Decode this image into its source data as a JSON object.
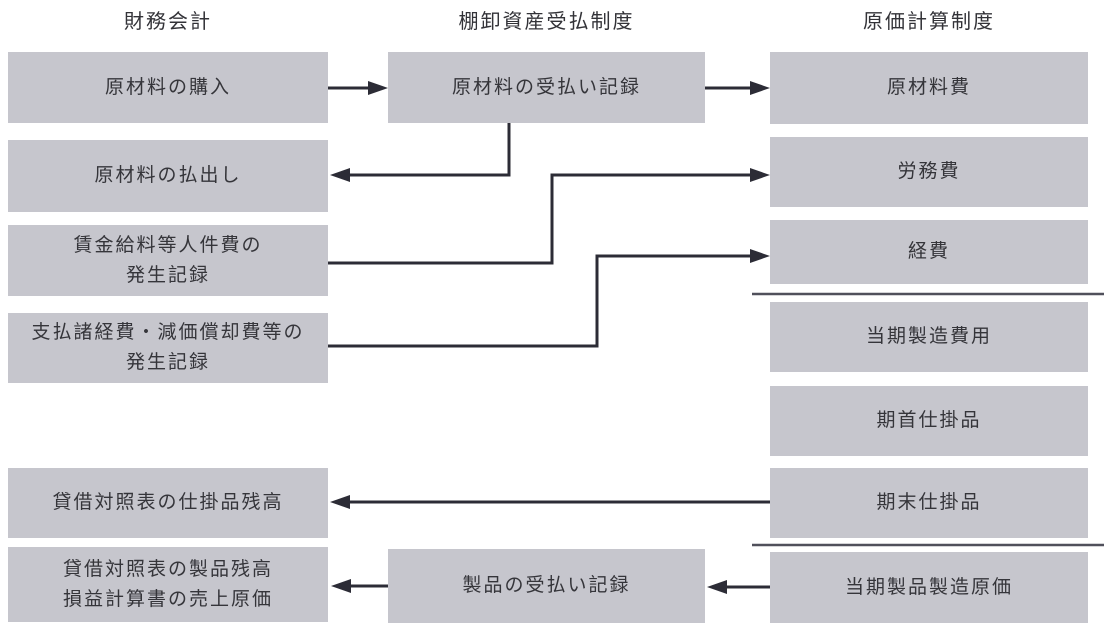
{
  "headers": {
    "financial_accounting": "財務会計",
    "inventory_receipt_payment_system": "棚卸資産受払制度",
    "cost_accounting_system": "原価計算制度"
  },
  "boxes": {
    "purchase": "原材料の購入",
    "issue": "原材料の払出し",
    "wages_record": "賃金給料等人件費の\n発生記録",
    "paid_expenses_record": "支払諸経費・減価償却費等の\n発生記録",
    "bs_wip_balance": "貸借対照表の仕掛品残高",
    "bs_product_balance_cogs": "貸借対照表の製品残高\n損益計算書の売上原価",
    "material_receipt_record": "原材料の受払い記録",
    "product_receipt_record": "製品の受払い記録",
    "material_cost": "原材料費",
    "labor_cost": "労務費",
    "expense": "経費",
    "current_mfg_cost": "当期製造費用",
    "beginning_wip": "期首仕掛品",
    "ending_wip": "期末仕掛品",
    "current_cogm": "当期製品製造原価"
  },
  "edges": [
    {
      "from": "purchase",
      "to": "material_receipt_record"
    },
    {
      "from": "material_receipt_record",
      "to": "material_cost"
    },
    {
      "from": "material_receipt_record",
      "to": "issue"
    },
    {
      "from": "wages_record",
      "to": "labor_cost"
    },
    {
      "from": "paid_expenses_record",
      "to": "expense"
    },
    {
      "from": "ending_wip",
      "to": "bs_wip_balance"
    },
    {
      "from": "current_cogm",
      "to": "product_receipt_record"
    },
    {
      "from": "product_receipt_record",
      "to": "bs_product_balance_cogs"
    }
  ],
  "colors": {
    "background": "#ffffff",
    "box_fill": "#c6c6cd",
    "box_text": "#35353a",
    "arrow": "#2c2c36",
    "subtotal_rule": "#50505b"
  }
}
